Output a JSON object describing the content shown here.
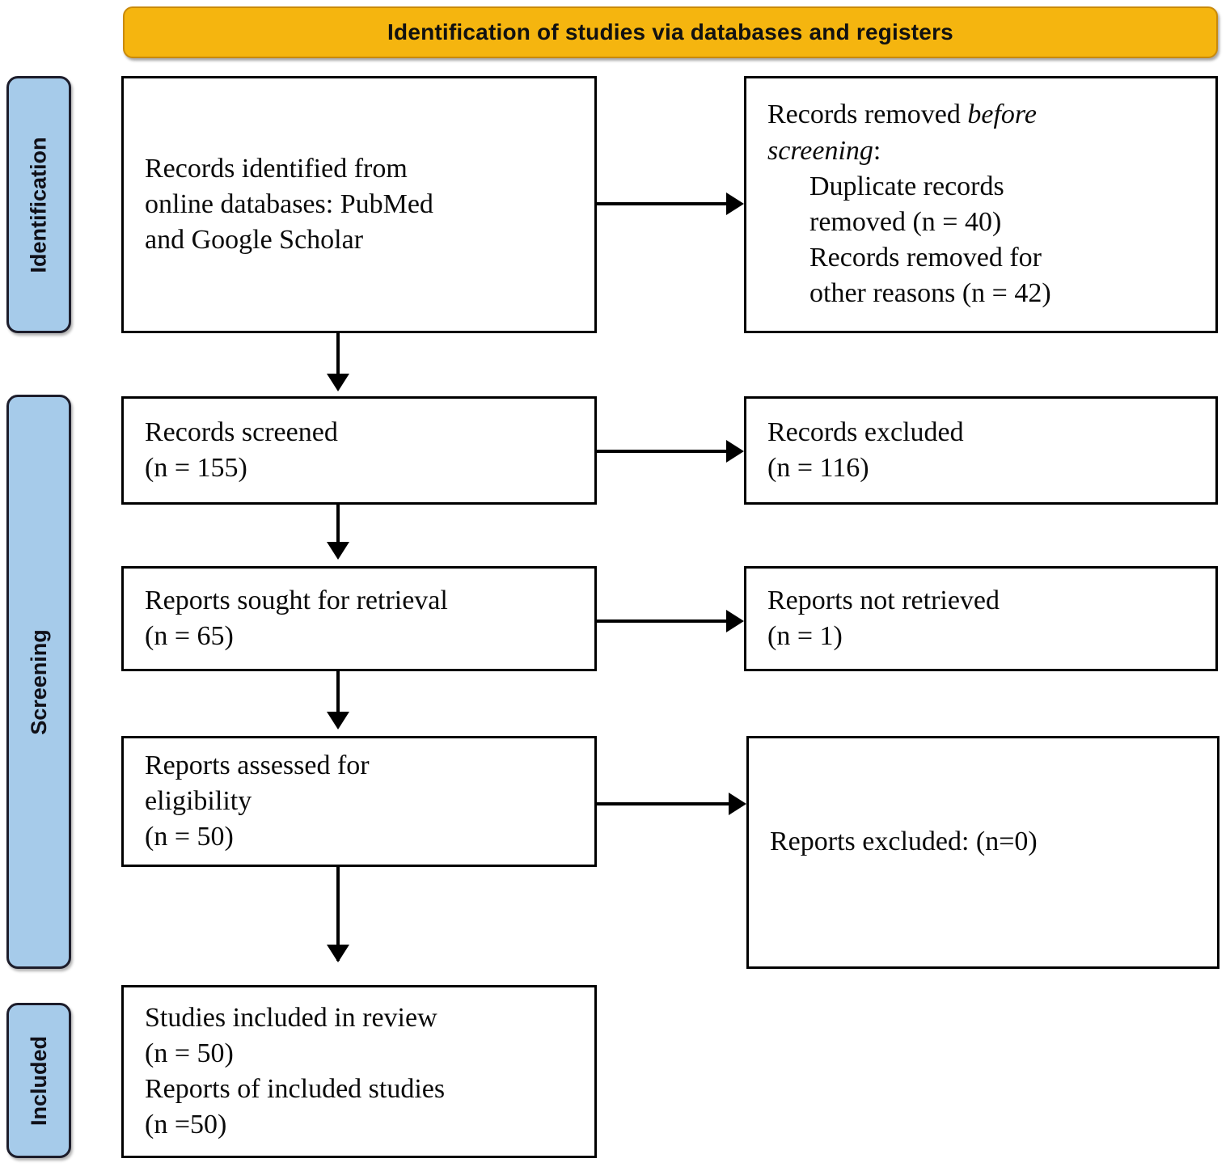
{
  "banner": {
    "title": "Identification of studies via databases and registers",
    "background_color": "#F5B50F"
  },
  "stages": {
    "background_color": "#A6CBEA",
    "identification": "Identification",
    "screening": "Screening",
    "included": "Included"
  },
  "flow": {
    "identified": {
      "line1": "Records identified from",
      "line2": "online databases: PubMed",
      "line3": "and Google Scholar"
    },
    "removed_before_screening": {
      "line1": "Records removed ",
      "line1_italic": "before",
      "line2_italic": "screening",
      "line2_suffix": ":",
      "line3": "Duplicate records",
      "line4": "removed (n = 40)",
      "line5": "Records removed for",
      "line6": "other reasons (n = 42)"
    },
    "screened": {
      "line1": "Records screened",
      "line2": "(n = 155)"
    },
    "records_excluded": {
      "line1": "Records excluded",
      "line2": "(n = 116)"
    },
    "sought": {
      "line1": "Reports sought for retrieval",
      "line2": "(n = 65)"
    },
    "not_retrieved": {
      "line1": "Reports not retrieved",
      "line2": "(n = 1)"
    },
    "assessed": {
      "line1": "Reports assessed for",
      "line2": "eligibility",
      "line3": "(n = 50)"
    },
    "reports_excluded": {
      "line1": "Reports excluded: (n=0)"
    },
    "included": {
      "line1": "Studies included in review",
      "line2": "(n = 50)",
      "line3": "Reports of included studies",
      "line4": "(n =50)"
    }
  }
}
